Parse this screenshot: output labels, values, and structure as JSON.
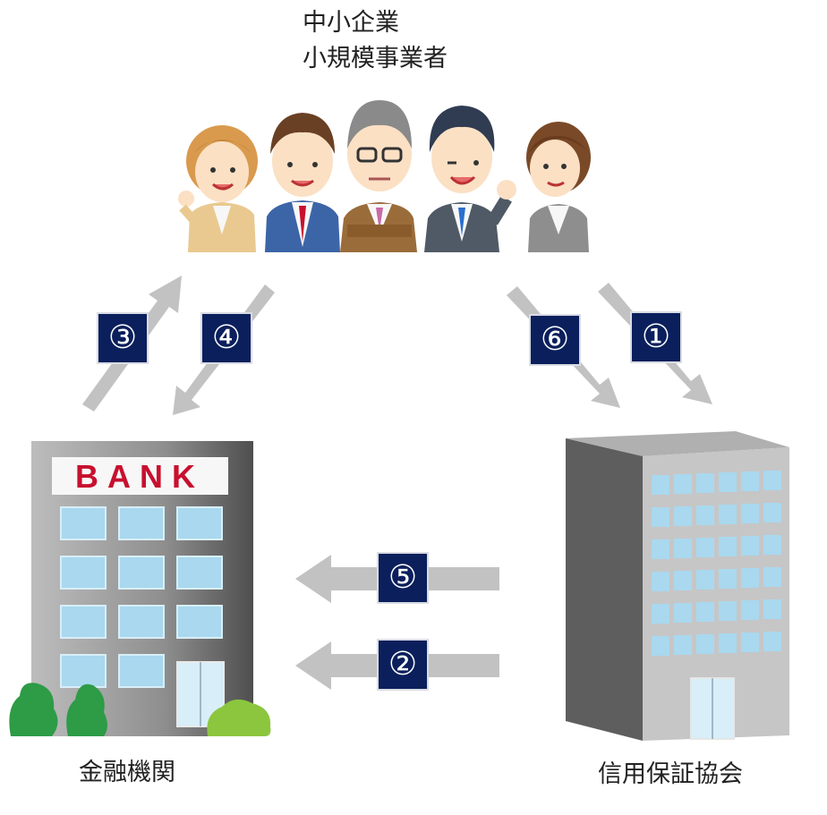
{
  "labels": {
    "sme_line1": "中小企業",
    "sme_line2": "小規模事業者",
    "bank_org": "金融機関",
    "guarantee_org": "信用保証協会",
    "bank_sign": "BANK"
  },
  "steps": [
    "①",
    "②",
    "③",
    "④",
    "⑤",
    "⑥"
  ],
  "colors": {
    "badge_bg": "#0a1f5c",
    "arrow": "#c2c2c2",
    "bank_sign": "#c8102e",
    "window": "#a9d8ef",
    "tree": "#2e9b46"
  },
  "icons": [
    "business-people-group",
    "bank-building",
    "office-building",
    "tree"
  ]
}
